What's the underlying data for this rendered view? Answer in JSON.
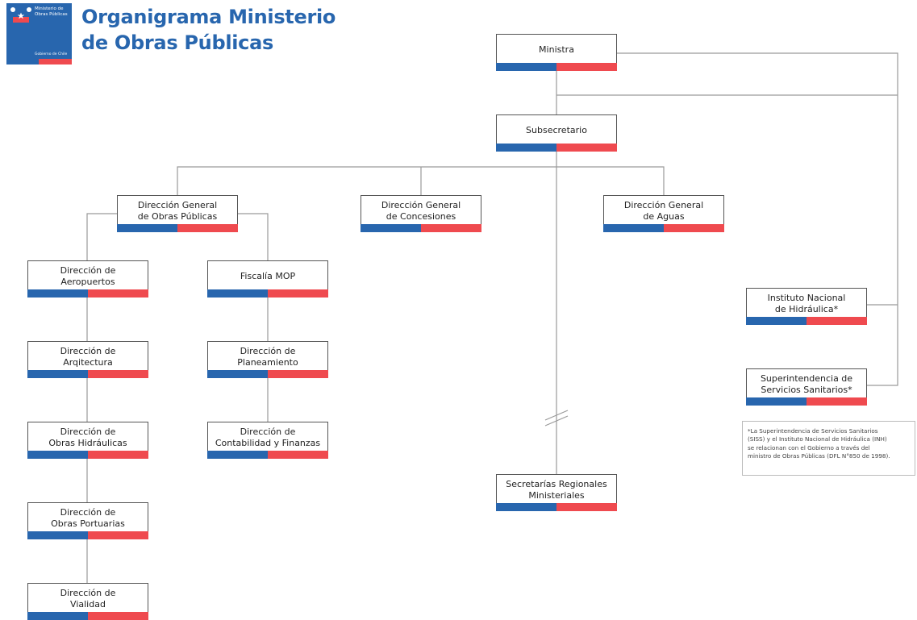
{
  "header": {
    "title_line1": "Organigrama Ministerio",
    "title_line2": "de Obras Públicas",
    "logo_text": "Ministerio de Obras Públicas",
    "logo_footer": "Gobierno de Chile"
  },
  "colors": {
    "blue": "#2866ae",
    "red": "#ef4a4f",
    "line": "#9a9a9a"
  },
  "nodes": {
    "ministra": {
      "line1": "Ministra",
      "line2": ""
    },
    "subsecretario": {
      "line1": "Subsecretario",
      "line2": ""
    },
    "dgop": {
      "line1": "Dirección General",
      "line2": "de Obras Públicas"
    },
    "dgc": {
      "line1": "Dirección General",
      "line2": "de Concesiones"
    },
    "dga": {
      "line1": "Dirección General",
      "line2": "de Aguas"
    },
    "aeropuertos": {
      "line1": "Dirección de",
      "line2": "Aeropuertos"
    },
    "fiscalia": {
      "line1": "Fiscalía MOP",
      "line2": ""
    },
    "arquitectura": {
      "line1": "Dirección de",
      "line2": "Arqitectura"
    },
    "planeamiento": {
      "line1": "Dirección de",
      "line2": "Planeamiento"
    },
    "hidraulicas": {
      "line1": "Dirección de",
      "line2": "Obras Hidráulicas"
    },
    "contabilidad": {
      "line1": "Dirección de",
      "line2": "Contabilidad y Finanzas"
    },
    "portuarias": {
      "line1": "Dirección de",
      "line2": "Obras Portuarias"
    },
    "vialidad": {
      "line1": "Dirección de",
      "line2": "Vialidad"
    },
    "seremi": {
      "line1": "Secretarías Regionales",
      "line2": "Ministeriales"
    },
    "inh": {
      "line1": "Instituto Nacional",
      "line2": "de Hidráulica*"
    },
    "siss": {
      "line1": "Superintendencia de",
      "line2": "Servicios Sanitarios*"
    }
  },
  "note": {
    "line1": "*La Superintendencia de Servicios Sanitarios",
    "line2": "(SISS) y el Instituto Nacional de Hidráulica (INH)",
    "line3": "se relacionan con el Gobierno a través del",
    "line4": "ministro de Obras Públicas (DFL N°850 de 1998)."
  }
}
